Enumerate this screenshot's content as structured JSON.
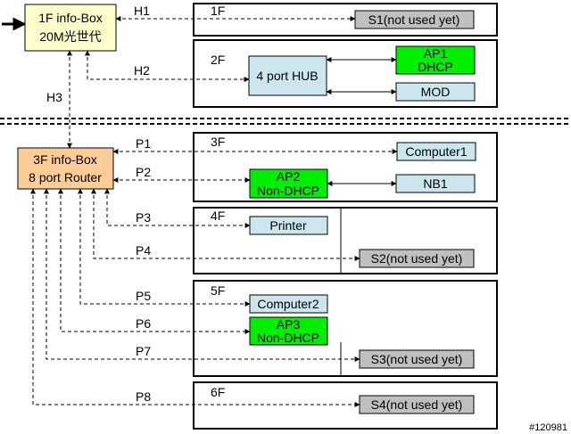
{
  "colors": {
    "yellow_box": "#ffffcc",
    "orange_box": "#fccc99",
    "device_cyan": "#cce6ee",
    "device_green": "#00ee00",
    "device_gray": "#c0c0c0",
    "line": "#000000"
  },
  "infobox_1f": {
    "line1": "1F info-Box",
    "line2": "20M光世代"
  },
  "infobox_3f": {
    "line1": "3F info-Box",
    "line2": "8 port Router"
  },
  "floors": {
    "f1": "1F",
    "f2": "2F",
    "f3": "3F",
    "f4": "4F",
    "f5": "5F",
    "f6": "6F"
  },
  "links": {
    "h1": "H1",
    "h2": "H2",
    "h3": "H3",
    "p1": "P1",
    "p2": "P2",
    "p3": "P3",
    "p4": "P4",
    "p5": "P5",
    "p6": "P6",
    "p7": "P7",
    "p8": "P8"
  },
  "devices": {
    "s1": "S1(not used yet)",
    "hub": "4 port HUB",
    "ap1_line1": "AP1",
    "ap1_line2": "DHCP",
    "mod": "MOD",
    "computer1": "Computer1",
    "ap2_line1": "AP2",
    "ap2_line2": "Non-DHCP",
    "nb1": "NB1",
    "printer": "Printer",
    "s2": "S2(not used yet)",
    "computer2": "Computer2",
    "ap3_line1": "AP3",
    "ap3_line2": "Non-DHCP",
    "s3": "S3(not used yet)",
    "s4": "S4(not used yet)"
  },
  "watermark": "#120981"
}
